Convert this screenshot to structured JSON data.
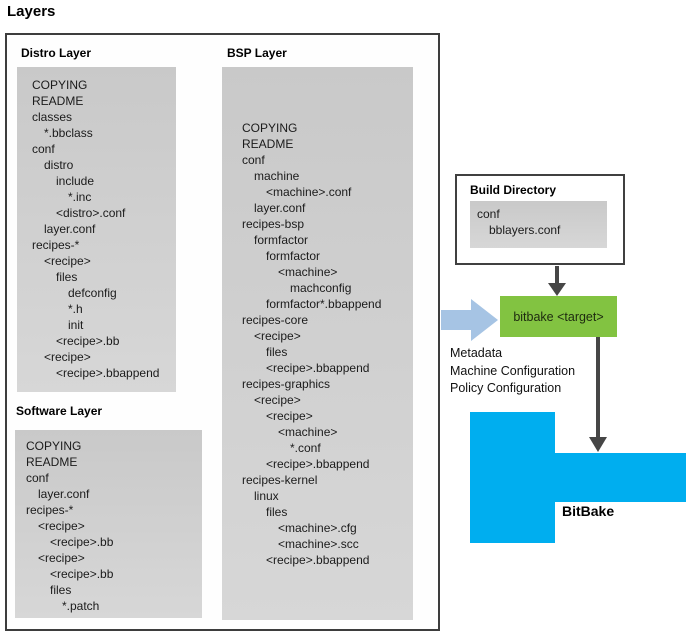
{
  "title": "Layers",
  "colors": {
    "green": "#82c341",
    "cyan": "#00aeef",
    "arrow_blue": "#a6c4e4",
    "arrow_dark": "#464646"
  },
  "panels": {
    "distro": {
      "label": "Distro Layer",
      "tree": [
        {
          "text": "COPYING",
          "level": 0
        },
        {
          "text": "README",
          "level": 0
        },
        {
          "text": "classes",
          "level": 0
        },
        {
          "text": "*.bbclass",
          "level": 1
        },
        {
          "text": "conf",
          "level": 0
        },
        {
          "text": "distro",
          "level": 1
        },
        {
          "text": "include",
          "level": 2
        },
        {
          "text": "*.inc",
          "level": 3
        },
        {
          "text": "<distro>.conf",
          "level": 2
        },
        {
          "text": "layer.conf",
          "level": 1
        },
        {
          "text": "recipes-*",
          "level": 0
        },
        {
          "text": "<recipe>",
          "level": 1
        },
        {
          "text": "files",
          "level": 2
        },
        {
          "text": "defconfig",
          "level": 3
        },
        {
          "text": "*.h",
          "level": 3
        },
        {
          "text": "init",
          "level": 3
        },
        {
          "text": "<recipe>.bb",
          "level": 2
        },
        {
          "text": "<recipe>",
          "level": 1
        },
        {
          "text": "<recipe>.bbappend",
          "level": 2
        }
      ]
    },
    "bsp": {
      "label": "BSP Layer",
      "tree": [
        {
          "text": "COPYING",
          "level": 0
        },
        {
          "text": "README",
          "level": 0
        },
        {
          "text": "conf",
          "level": 0
        },
        {
          "text": "machine",
          "level": 1
        },
        {
          "text": "<machine>.conf",
          "level": 2
        },
        {
          "text": "layer.conf",
          "level": 1
        },
        {
          "text": "recipes-bsp",
          "level": 0
        },
        {
          "text": "formfactor",
          "level": 1
        },
        {
          "text": "formfactor",
          "level": 2
        },
        {
          "text": "<machine>",
          "level": 3
        },
        {
          "text": "machconfig",
          "level": 4
        },
        {
          "text": "formfactor*.bbappend",
          "level": 2
        },
        {
          "text": "recipes-core",
          "level": 0
        },
        {
          "text": "<recipe>",
          "level": 1
        },
        {
          "text": "files",
          "level": 2
        },
        {
          "text": "<recipe>.bbappend",
          "level": 2
        },
        {
          "text": "recipes-graphics",
          "level": 0
        },
        {
          "text": "<recipe>",
          "level": 1
        },
        {
          "text": "<recipe>",
          "level": 2
        },
        {
          "text": "<machine>",
          "level": 3
        },
        {
          "text": "*.conf",
          "level": 4
        },
        {
          "text": "<recipe>.bbappend",
          "level": 2
        },
        {
          "text": "recipes-kernel",
          "level": 0
        },
        {
          "text": "linux",
          "level": 1
        },
        {
          "text": "files",
          "level": 2
        },
        {
          "text": "<machine>.cfg",
          "level": 3
        },
        {
          "text": "<machine>.scc",
          "level": 3
        },
        {
          "text": "<recipe>.bbappend",
          "level": 2
        }
      ]
    },
    "software": {
      "label": "Software Layer",
      "tree": [
        {
          "text": "COPYING",
          "level": 0
        },
        {
          "text": "README",
          "level": 0
        },
        {
          "text": "conf",
          "level": 0
        },
        {
          "text": "layer.conf",
          "level": 1
        },
        {
          "text": "recipes-*",
          "level": 0
        },
        {
          "text": "<recipe>",
          "level": 1
        },
        {
          "text": "<recipe>.bb",
          "level": 2
        },
        {
          "text": "<recipe>",
          "level": 1
        },
        {
          "text": "<recipe>.bb",
          "level": 2
        },
        {
          "text": "files",
          "level": 2
        },
        {
          "text": "*.patch",
          "level": 3
        }
      ]
    }
  },
  "build_directory": {
    "label": "Build Directory",
    "tree": [
      {
        "text": "conf",
        "level": 0
      },
      {
        "text": "bblayers.conf",
        "level": 1
      }
    ]
  },
  "bitbake_target_label": "bitbake <target>",
  "annotation_lines": [
    "Metadata",
    "Machine Configuration",
    "Policy Configuration"
  ],
  "bitbake_label": "BitBake"
}
